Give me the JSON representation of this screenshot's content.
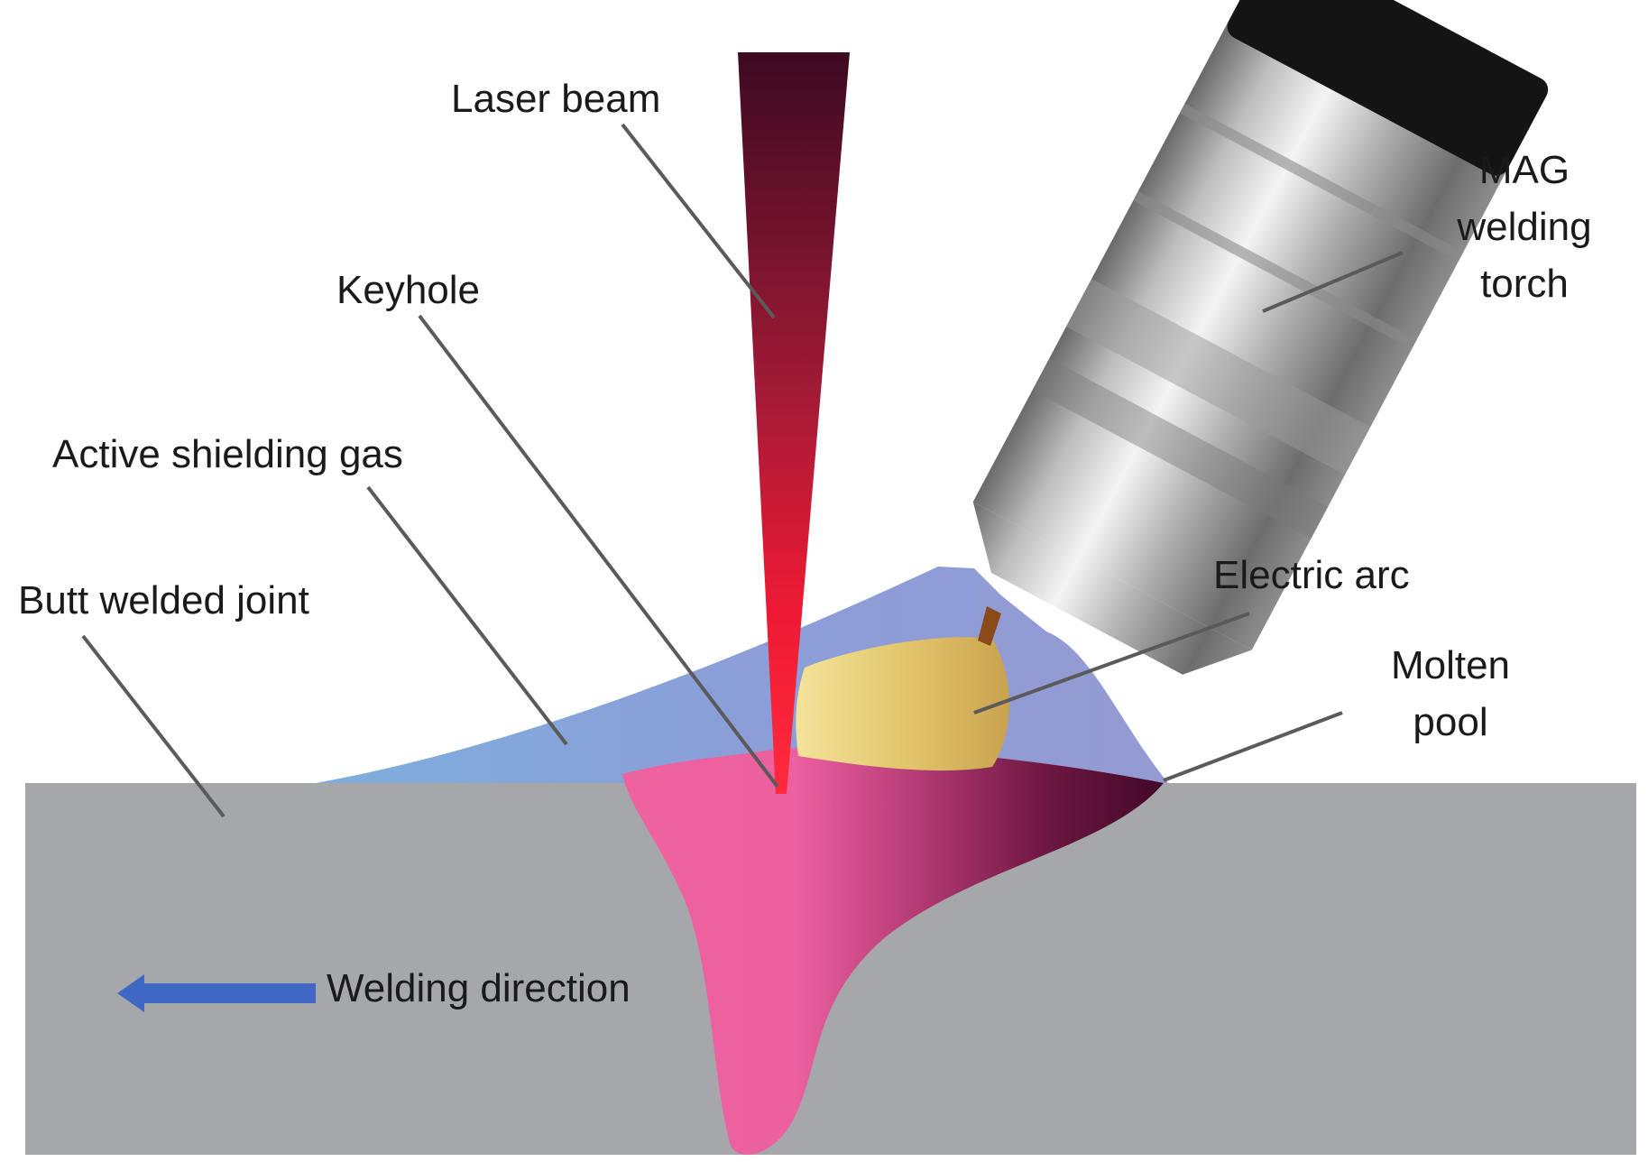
{
  "labels": {
    "laser_beam": "Laser beam",
    "keyhole": "Keyhole",
    "active_shielding_gas": "Active shielding gas",
    "butt_welded_joint": "Butt welded joint",
    "mag_line1": "MAG",
    "mag_line2": "welding",
    "mag_line3": "torch",
    "electric_arc": "Electric arc",
    "molten_line1": "Molten",
    "molten_line2": "pool",
    "welding_direction": "Welding direction"
  },
  "colors": {
    "workpiece": "#a6a7aa",
    "shielding_gas": "#8f9ad6",
    "shielding_gas_light": "#7fa6dc",
    "arc": "#e2c56c",
    "weld_pool_light": "#ee62a0",
    "weld_pool_dark": "#4a0a2a",
    "laser_top": "#3c0a22",
    "laser_bottom": "#ff1f38",
    "torch_light": "#e4e4e4",
    "torch_dark": "#5a5a5a",
    "torch_cap": "#141414",
    "arrow": "#3f67c4"
  }
}
